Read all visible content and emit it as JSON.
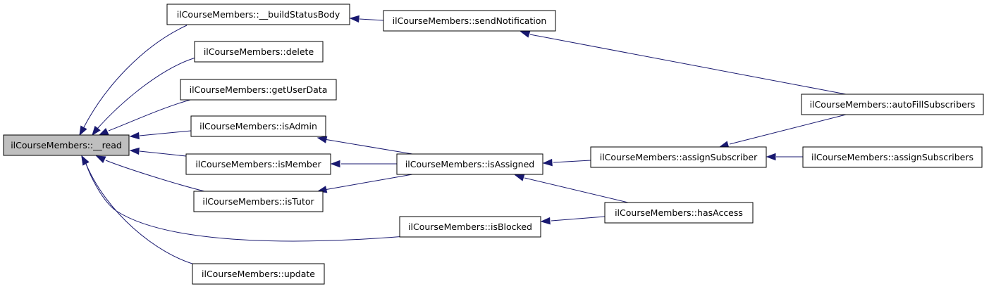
{
  "graph": {
    "colors": {
      "edge": "#191970",
      "node_border": "#000000",
      "node_fill": "#ffffff",
      "highlight_fill": "#bfbfbf"
    },
    "nodes": [
      {
        "id": "read",
        "label": "ilCourseMembers::__read",
        "highlight": true
      },
      {
        "id": "buildStatusBody",
        "label": "ilCourseMembers::__buildStatusBody"
      },
      {
        "id": "delete",
        "label": "ilCourseMembers::delete"
      },
      {
        "id": "getUserData",
        "label": "ilCourseMembers::getUserData"
      },
      {
        "id": "isAdmin",
        "label": "ilCourseMembers::isAdmin"
      },
      {
        "id": "isMember",
        "label": "ilCourseMembers::isMember"
      },
      {
        "id": "isTutor",
        "label": "ilCourseMembers::isTutor"
      },
      {
        "id": "isBlocked",
        "label": "ilCourseMembers::isBlocked"
      },
      {
        "id": "update",
        "label": "ilCourseMembers::update"
      },
      {
        "id": "sendNotification",
        "label": "ilCourseMembers::sendNotification"
      },
      {
        "id": "isAssigned",
        "label": "ilCourseMembers::isAssigned"
      },
      {
        "id": "assignSubscriber",
        "label": "ilCourseMembers::assignSubscriber"
      },
      {
        "id": "hasAccess",
        "label": "ilCourseMembers::hasAccess"
      },
      {
        "id": "autoFillSubscribers",
        "label": "ilCourseMembers::autoFillSubscribers"
      },
      {
        "id": "assignSubscribers",
        "label": "ilCourseMembers::assignSubscribers"
      }
    ],
    "edges": [
      {
        "from": "buildStatusBody",
        "to": "read"
      },
      {
        "from": "delete",
        "to": "read"
      },
      {
        "from": "getUserData",
        "to": "read"
      },
      {
        "from": "isAdmin",
        "to": "read"
      },
      {
        "from": "isMember",
        "to": "read"
      },
      {
        "from": "isTutor",
        "to": "read"
      },
      {
        "from": "isBlocked",
        "to": "read"
      },
      {
        "from": "update",
        "to": "read"
      },
      {
        "from": "sendNotification",
        "to": "buildStatusBody"
      },
      {
        "from": "autoFillSubscribers",
        "to": "sendNotification"
      },
      {
        "from": "isAssigned",
        "to": "isAdmin"
      },
      {
        "from": "isAssigned",
        "to": "isMember"
      },
      {
        "from": "isAssigned",
        "to": "isTutor"
      },
      {
        "from": "assignSubscriber",
        "to": "isAssigned"
      },
      {
        "from": "hasAccess",
        "to": "isAssigned"
      },
      {
        "from": "hasAccess",
        "to": "isBlocked"
      },
      {
        "from": "autoFillSubscribers",
        "to": "assignSubscriber"
      },
      {
        "from": "assignSubscribers",
        "to": "assignSubscriber"
      }
    ]
  }
}
